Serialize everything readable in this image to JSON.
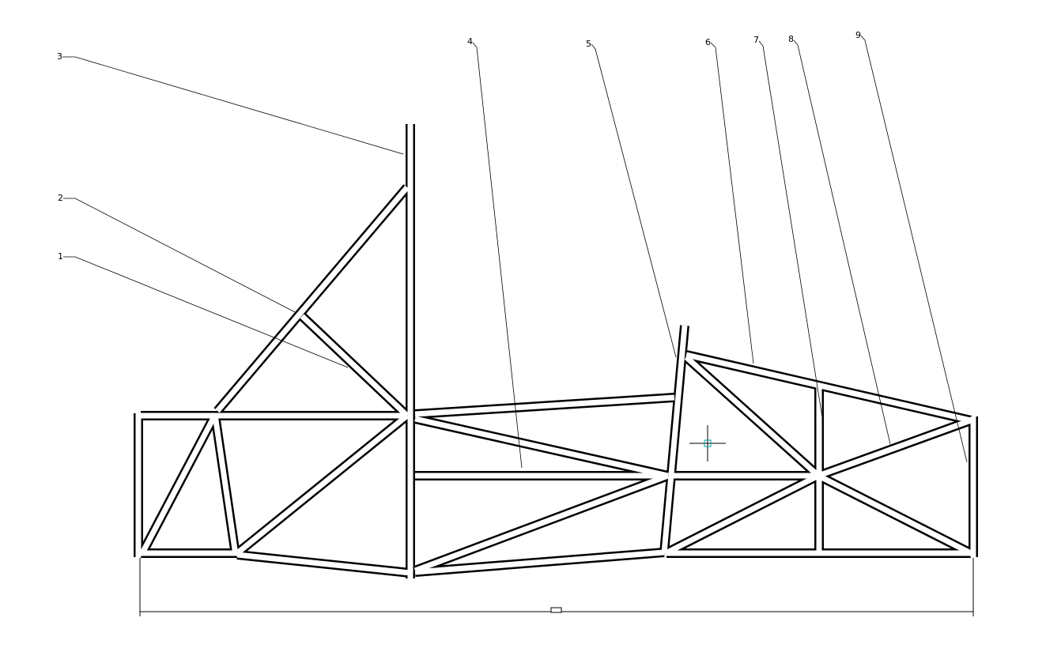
{
  "drawing": {
    "callouts": [
      {
        "id": "1",
        "label": "1"
      },
      {
        "id": "2",
        "label": "2"
      },
      {
        "id": "3",
        "label": "3"
      },
      {
        "id": "4",
        "label": "4"
      },
      {
        "id": "5",
        "label": "5"
      },
      {
        "id": "6",
        "label": "6"
      },
      {
        "id": "7",
        "label": "7"
      },
      {
        "id": "8",
        "label": "8"
      },
      {
        "id": "9",
        "label": "9"
      }
    ],
    "dimension_text": ""
  }
}
